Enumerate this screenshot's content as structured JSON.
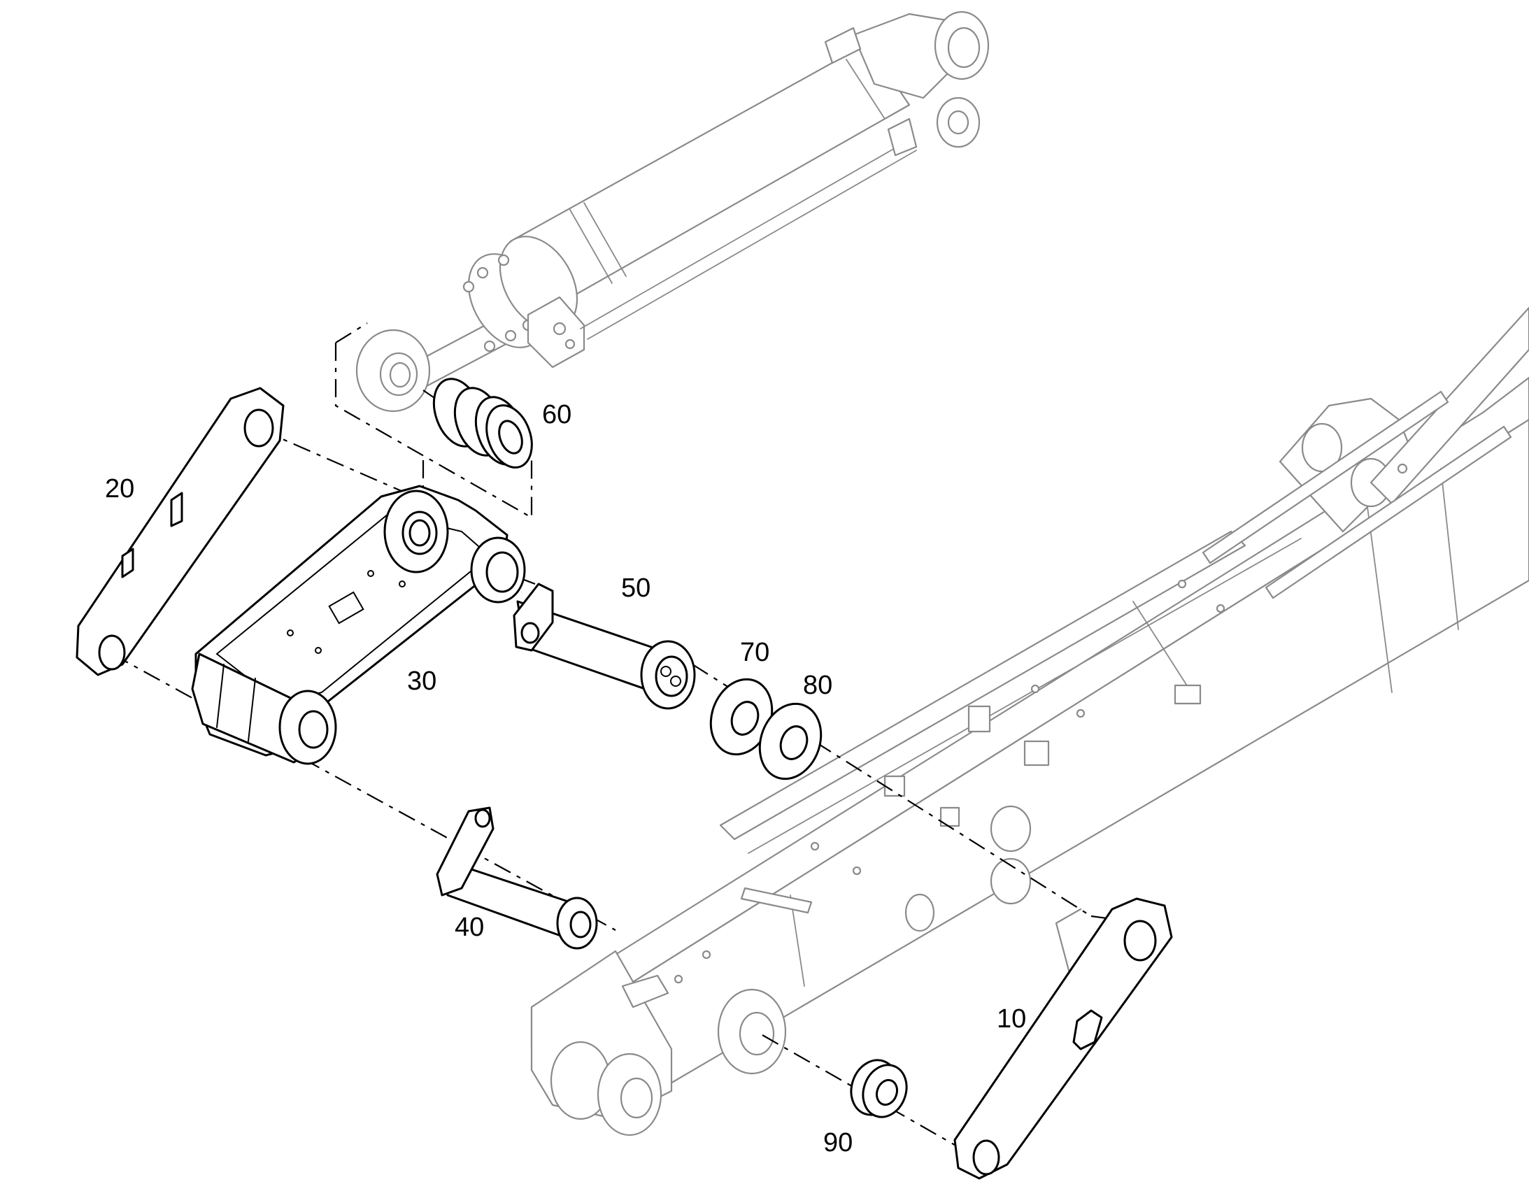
{
  "callouts": {
    "c10": "10",
    "c20": "20",
    "c30": "30",
    "c40": "40",
    "c50": "50",
    "c60": "60",
    "c70": "70",
    "c80": "80",
    "c90": "90"
  },
  "colors": {
    "part_stroke": "#000000",
    "context_stroke": "#8a8a8a",
    "background": "#ffffff"
  }
}
